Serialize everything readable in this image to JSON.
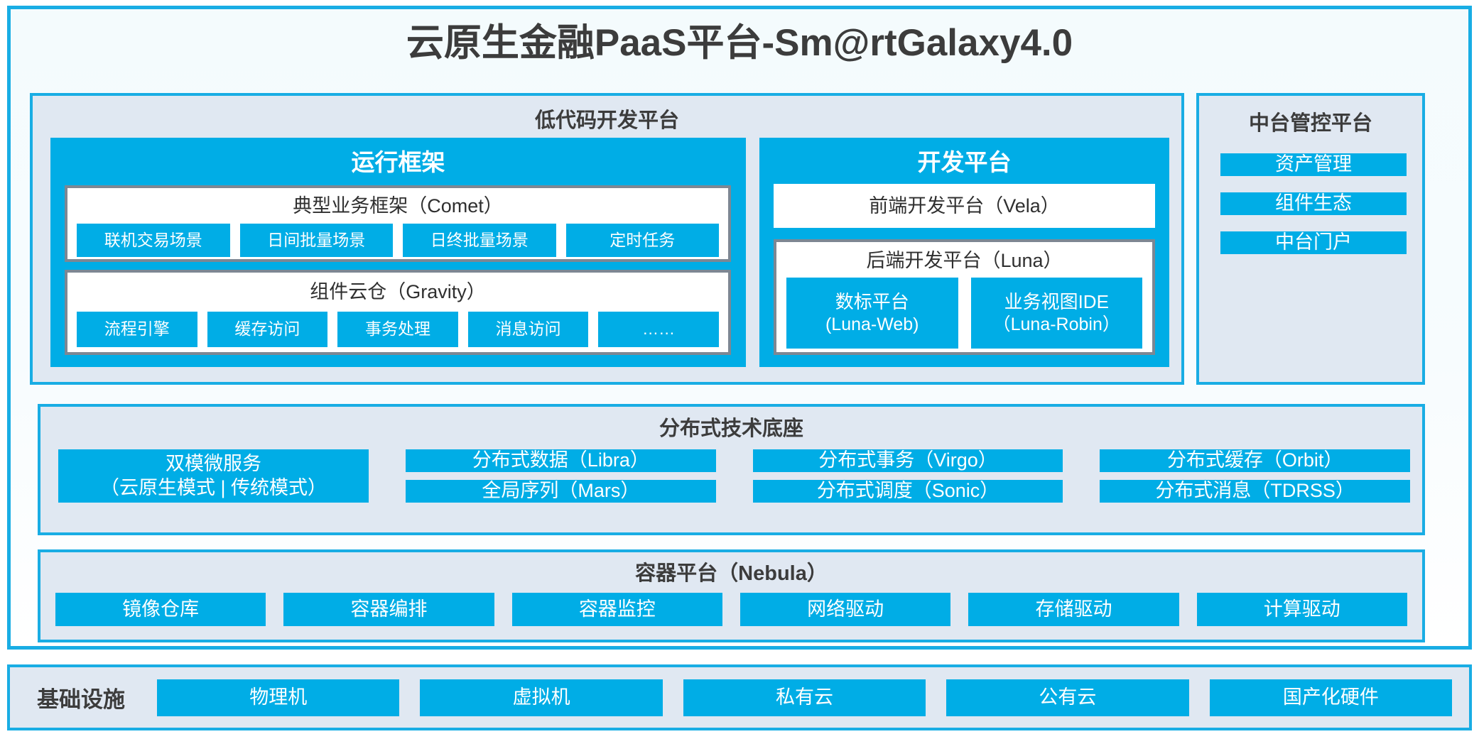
{
  "title": "云原生金融PaaS平台-Sm@rtGalaxy4.0",
  "colors": {
    "accent_blue": "#00ade6",
    "frame_blue": "#19ade4",
    "panel_bg": "#e0e8f2",
    "card_border_grey": "#7d8793",
    "text_dark": "#3c3c3c"
  },
  "lowcode": {
    "title": "低代码开发平台",
    "runtime": {
      "title": "运行框架",
      "comet": {
        "title": "典型业务框架（Comet）",
        "chips": [
          "联机交易场景",
          "日间批量场景",
          "日终批量场景",
          "定时任务"
        ]
      },
      "gravity": {
        "title": "组件云仓（Gravity）",
        "chips": [
          "流程引擎",
          "缓存访问",
          "事务处理",
          "消息访问",
          "……"
        ]
      }
    },
    "devplatform": {
      "title": "开发平台",
      "vela": {
        "title": "前端开发平台（Vela）"
      },
      "luna": {
        "title": "后端开发平台（Luna）",
        "chips": [
          {
            "name": "数标平台",
            "sub": "(Luna-Web)"
          },
          {
            "name": "业务视图IDE",
            "sub": "（Luna-Robin）"
          }
        ]
      }
    }
  },
  "midoffice": {
    "title": "中台管控平台",
    "chips": [
      "资产管理",
      "组件生态",
      "中台门户"
    ]
  },
  "techbase": {
    "title": "分布式技术底座",
    "microservice": {
      "name": "双模微服务",
      "sub": "（云原生模式 | 传统模式）"
    },
    "columns": [
      [
        "分布式数据（Libra）",
        "全局序列（Mars）"
      ],
      [
        "分布式事务（Virgo）",
        "分布式调度（Sonic）"
      ],
      [
        "分布式缓存（Orbit）",
        "分布式消息（TDRSS）"
      ]
    ]
  },
  "container": {
    "title": "容器平台（Nebula）",
    "chips": [
      "镜像仓库",
      "容器编排",
      "容器监控",
      "网络驱动",
      "存储驱动",
      "计算驱动"
    ]
  },
  "infrastructure": {
    "label": "基础设施",
    "chips": [
      "物理机",
      "虚拟机",
      "私有云",
      "公有云",
      "国产化硬件"
    ]
  }
}
